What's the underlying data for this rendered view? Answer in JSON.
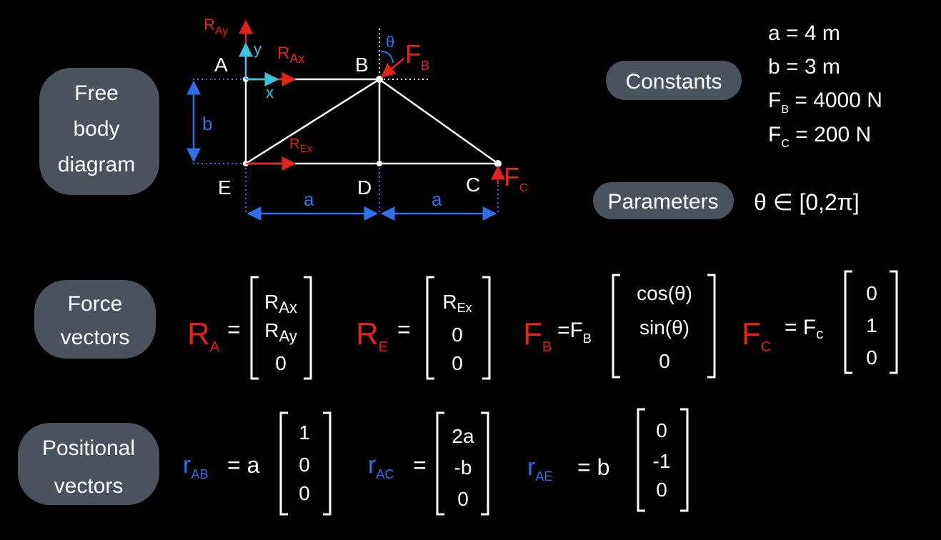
{
  "pills": {
    "fbd": [
      "Free",
      "body",
      "diagram"
    ],
    "constants": "Constants",
    "parameters": "Parameters",
    "force": [
      "Force",
      "vectors"
    ],
    "positional": [
      "Positional",
      "vectors"
    ]
  },
  "diagram": {
    "nodes": {
      "A": "A",
      "B": "B",
      "C": "C",
      "D": "D",
      "E": "E"
    },
    "axes": {
      "x": "x",
      "y": "y"
    },
    "forces": {
      "RAy": [
        "R",
        "Ay"
      ],
      "RAx": [
        "R",
        "Ax"
      ],
      "REx": [
        "R",
        "Ex"
      ],
      "FB": [
        "F",
        "B"
      ],
      "FC": [
        "F",
        "C"
      ]
    },
    "theta": "θ",
    "dims": {
      "a1": "a",
      "a2": "a",
      "b": "b"
    }
  },
  "constants": {
    "a": "a = 4 m",
    "b": "b = 3 m",
    "FB": [
      "F",
      "B",
      " = 4000 N"
    ],
    "FC": [
      "F",
      "C",
      " = 200 N"
    ]
  },
  "parameters": {
    "value": "θ ∈ [0,2π]"
  },
  "force_vectors": {
    "RA": {
      "sym": [
        "R",
        "A"
      ],
      "eq": "=",
      "entries": [
        [
          "R",
          "Ax"
        ],
        [
          "R",
          "Ay"
        ],
        "0"
      ]
    },
    "RE": {
      "sym": [
        "R",
        "E"
      ],
      "eq": "=",
      "entries": [
        [
          "R",
          "Ex"
        ],
        "0",
        "0"
      ]
    },
    "FB": {
      "sym": [
        "F",
        "B"
      ],
      "eq": "=F",
      "eq_sub": "B",
      "entries": [
        "cos(θ)",
        "sin(θ)",
        "0"
      ]
    },
    "FC": {
      "sym": [
        "F",
        "C"
      ],
      "eq": "= F",
      "eq_sub": "c",
      "entries": [
        "0",
        "1",
        "0"
      ]
    }
  },
  "positional_vectors": {
    "rAB": {
      "sym": [
        "r",
        "AB"
      ],
      "eq": "= a",
      "entries": [
        "1",
        "0",
        "0"
      ]
    },
    "rAC": {
      "sym": [
        "r",
        "AC"
      ],
      "eq": "=",
      "entries": [
        "2a",
        "-b",
        "0"
      ]
    },
    "rAE": {
      "sym": [
        "r",
        "AE"
      ],
      "eq": "= b",
      "entries": [
        "0",
        "-1",
        "0"
      ]
    }
  },
  "colors": {
    "force": "#e0241b",
    "dimension": "#2f6fe8",
    "axis": "#3ec3d8",
    "pill": "#4a525b"
  }
}
